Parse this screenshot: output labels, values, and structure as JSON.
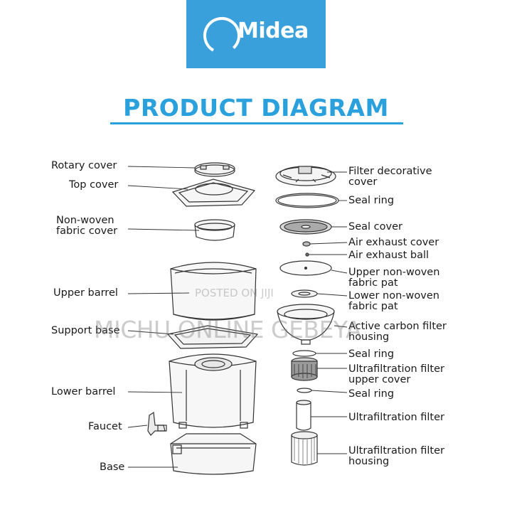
{
  "brand": {
    "name": "Midea",
    "color": "#3aa0dc"
  },
  "heading": "PRODUCT DIAGRAM",
  "heading_color": "#2aa0dc",
  "left_labels": [
    {
      "id": "rotary-cover",
      "lines": [
        "Rotary cover"
      ]
    },
    {
      "id": "top-cover",
      "lines": [
        "Top cover"
      ]
    },
    {
      "id": "non-woven-fabric-cover",
      "lines": [
        "Non-woven",
        "fabric cover"
      ]
    },
    {
      "id": "upper-barrel",
      "lines": [
        "Upper barrel"
      ]
    },
    {
      "id": "support-base",
      "lines": [
        "Support base"
      ]
    },
    {
      "id": "lower-barrel",
      "lines": [
        "Lower barrel"
      ]
    },
    {
      "id": "faucet",
      "lines": [
        "Faucet"
      ]
    },
    {
      "id": "base",
      "lines": [
        "Base"
      ]
    }
  ],
  "right_labels": [
    {
      "id": "filter-decorative-cover",
      "lines": [
        "Filter decorative",
        "cover"
      ]
    },
    {
      "id": "seal-ring-1",
      "lines": [
        "Seal ring"
      ]
    },
    {
      "id": "seal-cover",
      "lines": [
        "Seal cover"
      ]
    },
    {
      "id": "air-exhaust-cover",
      "lines": [
        "Air exhaust cover"
      ]
    },
    {
      "id": "air-exhaust-ball",
      "lines": [
        "Air exhaust ball"
      ]
    },
    {
      "id": "upper-non-woven-fabric-pat",
      "lines": [
        "Upper non-woven",
        "fabric pat"
      ]
    },
    {
      "id": "lower-non-woven-fabric-pat",
      "lines": [
        "Lower non-woven",
        "fabric pat"
      ]
    },
    {
      "id": "active-carbon-filter-housing",
      "lines": [
        "Active carbon filter",
        "housing"
      ]
    },
    {
      "id": "seal-ring-2",
      "lines": [
        "Seal ring"
      ]
    },
    {
      "id": "ultrafiltration-filter-upper-cover",
      "lines": [
        "Ultrafiltration filter",
        "upper cover"
      ]
    },
    {
      "id": "seal-ring-3",
      "lines": [
        "Seal ring"
      ]
    },
    {
      "id": "ultrafiltration-filter",
      "lines": [
        "Ultrafiltration filter"
      ]
    },
    {
      "id": "ultrafiltration-filter-housing",
      "lines": [
        "Ultrafiltration filter",
        "housing"
      ]
    }
  ],
  "watermark": {
    "small": "POSTED ON JIJI",
    "large": "MICHU ONLINE GEBEYA"
  }
}
